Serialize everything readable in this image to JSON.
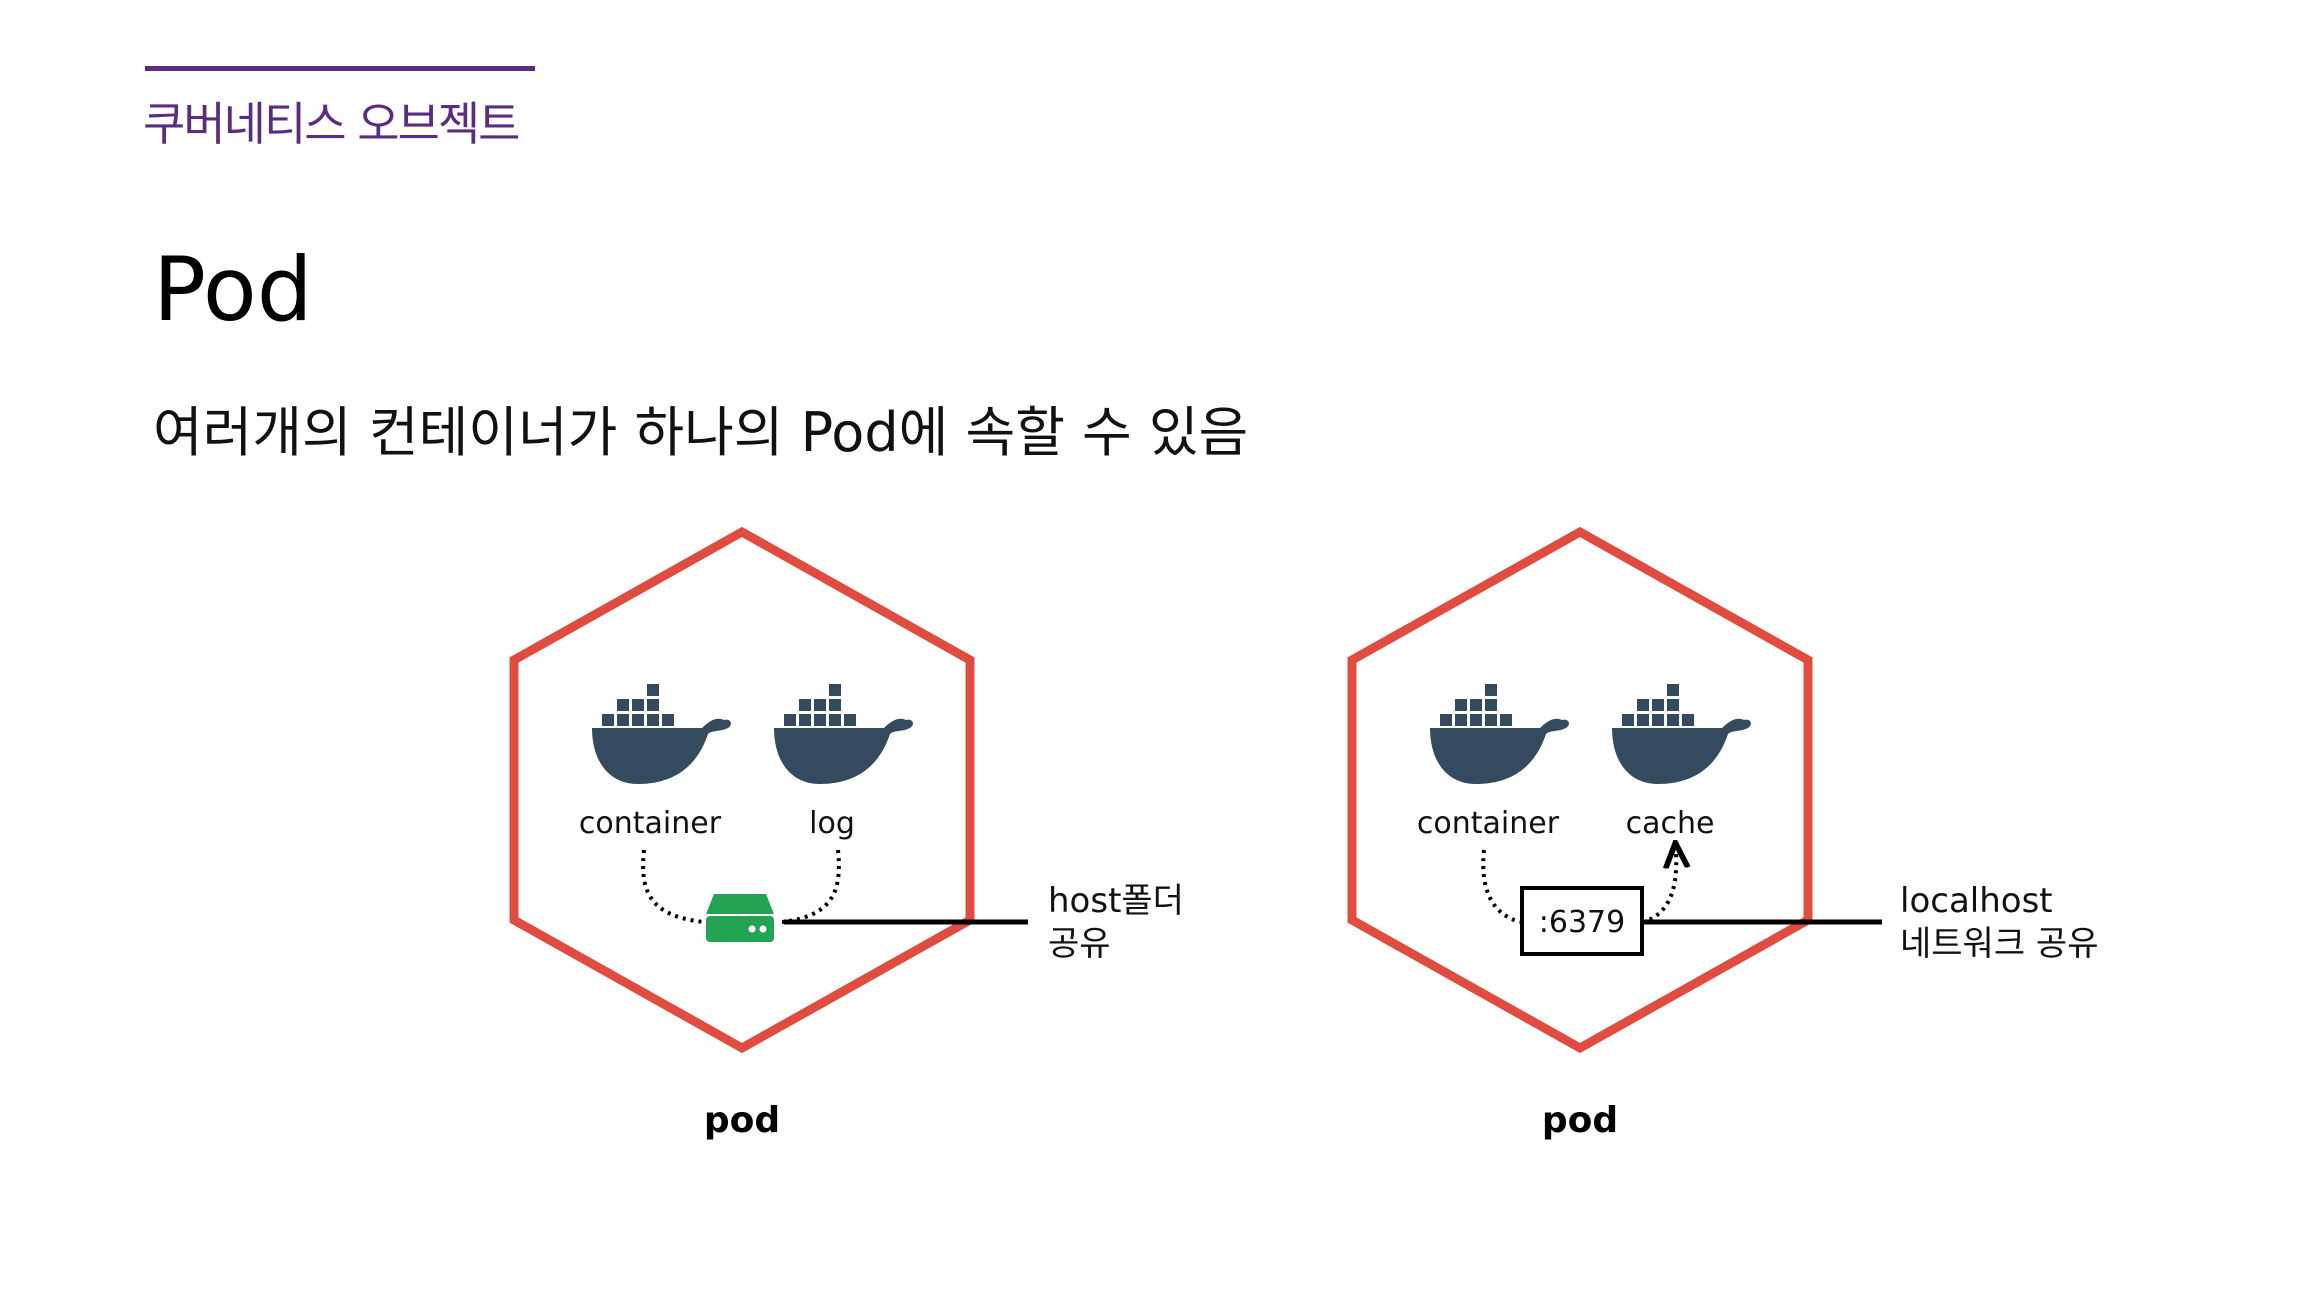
{
  "header": {
    "section_label": "쿠버네티스 오브젝트",
    "title": "Pod",
    "subtitle": "여러개의 컨테이너가 하나의 Pod에 속할 수 있음"
  },
  "colors": {
    "accent": "#5b2d82",
    "hexagon": "#e04c3f",
    "whale": "#344a5e",
    "storage": "#22a453"
  },
  "pods": [
    {
      "label": "pod",
      "containers": [
        "container",
        "log"
      ],
      "shared_resource": {
        "type": "storage-icon"
      },
      "callout": [
        "host폴더",
        "공유"
      ]
    },
    {
      "label": "pod",
      "containers": [
        "container",
        "cache"
      ],
      "shared_resource": {
        "type": "port",
        "text": ":6379"
      },
      "callout": [
        "localhost",
        "네트워크 공유"
      ]
    }
  ]
}
